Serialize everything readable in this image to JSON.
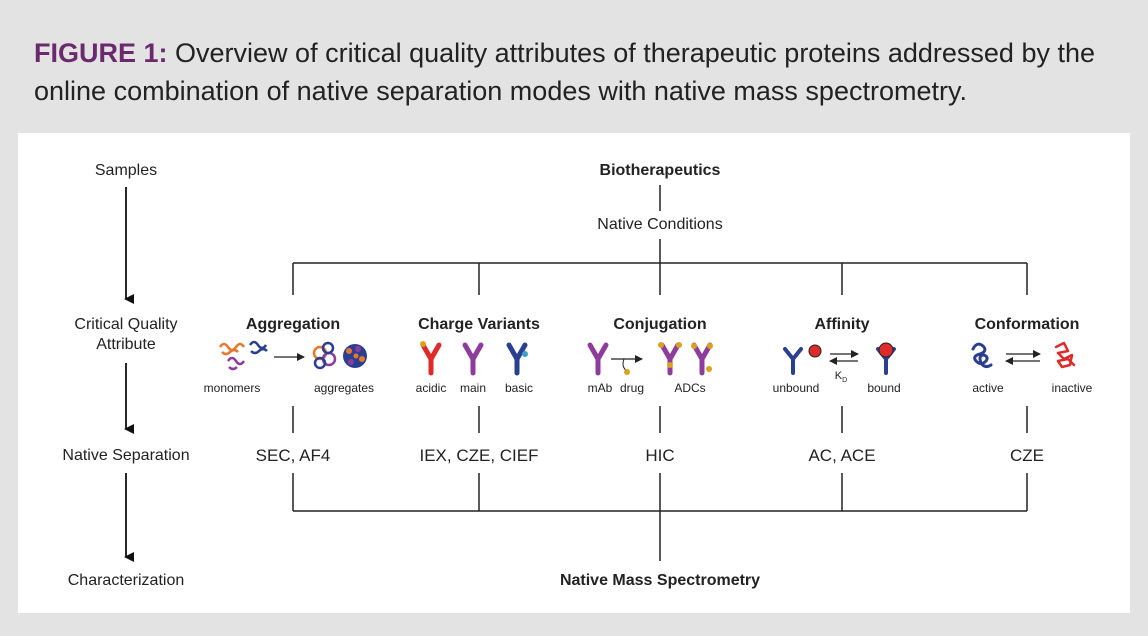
{
  "caption": {
    "label": "FIGURE 1:",
    "text": "Overview of critical quality attributes of therapeutic proteins addressed by the online combination of native separation modes with native mass spectrometry."
  },
  "left_column": {
    "samples": "Samples",
    "cqa_line1": "Critical Quality",
    "cqa_line2": "Attribute",
    "native_separation": "Native Separation",
    "characterization": "Characterization"
  },
  "top": {
    "biotherapeutics": "Biotherapeutics",
    "native_conditions": "Native Conditions"
  },
  "bottom": {
    "native_ms": "Native Mass Spectrometry"
  },
  "attributes": [
    {
      "title": "Aggregation",
      "labels": [
        "monomers",
        "aggregates"
      ],
      "methods": "SEC, AF4"
    },
    {
      "title": "Charge Variants",
      "labels": [
        "acidic",
        "main",
        "basic"
      ],
      "methods": "IEX, CZE, CIEF"
    },
    {
      "title": "Conjugation",
      "labels": [
        "mAb",
        "drug",
        "ADCs"
      ],
      "methods": "HIC"
    },
    {
      "title": "Affinity",
      "labels": [
        "unbound",
        "bound"
      ],
      "kd": "K",
      "kd_sub": "D",
      "methods": "AC, ACE"
    },
    {
      "title": "Conformation",
      "labels": [
        "active",
        "inactive"
      ],
      "methods": "CZE"
    }
  ],
  "colors": {
    "figure_label": "#6b2a6e",
    "background": "#e3e3e3",
    "orange": "#e8772e",
    "purple": "#8e3c9c",
    "blue": "#2a3f8f",
    "red": "#e02a2a",
    "gold": "#d9a21e"
  }
}
